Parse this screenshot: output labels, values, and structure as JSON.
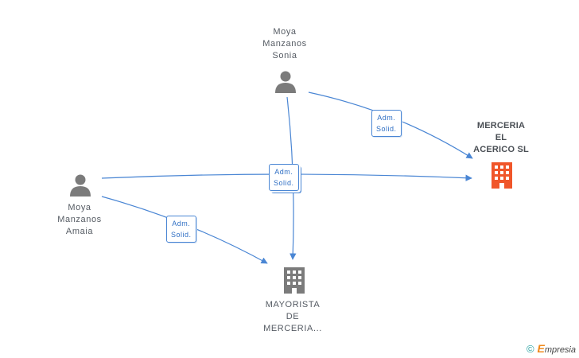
{
  "nodes": {
    "sonia": {
      "lines": [
        "Moya",
        "Manzanos",
        "Sonia"
      ]
    },
    "amaia": {
      "lines": [
        "Moya",
        "Manzanos",
        "Amaia"
      ]
    },
    "merceria": {
      "lines": [
        "MERCERIA",
        "EL",
        "ACERICO SL"
      ]
    },
    "mayorista": {
      "lines": [
        "MAYORISTA",
        "DE",
        "MERCERIA..."
      ]
    }
  },
  "edges": {
    "sonia_merceria": {
      "lines": [
        "Adm.",
        "Solid."
      ]
    },
    "center": {
      "lines": [
        "Adm.",
        "Solid."
      ]
    },
    "amaia_mayorista": {
      "lines": [
        "Adm.",
        "Solid."
      ]
    }
  },
  "footer": {
    "copyright": "©",
    "brand_initial": "E",
    "brand_rest": "mpresia"
  },
  "colors": {
    "edge": "#4a86d4",
    "person": "#7b7b7b",
    "company_main": "#f0562a",
    "company_other": "#7b7b7b"
  }
}
